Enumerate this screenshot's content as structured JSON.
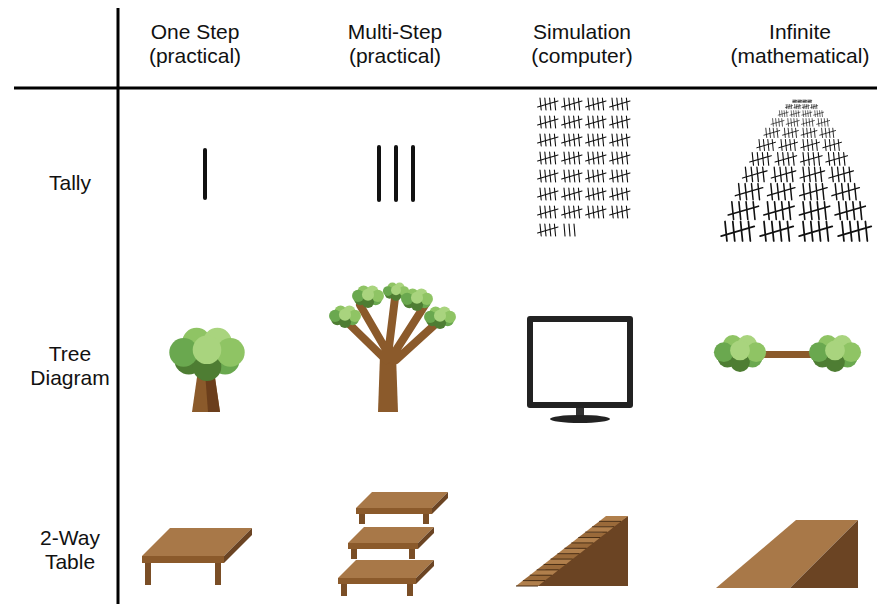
{
  "diagram": {
    "labels": [
      "One Step (practical)",
      "Multi-Step (practical)",
      "Simulation (computer)",
      "Infinite (mathematical)",
      "Tally",
      "Tree Diagram",
      "2-Way Table"
    ]
  }
}
